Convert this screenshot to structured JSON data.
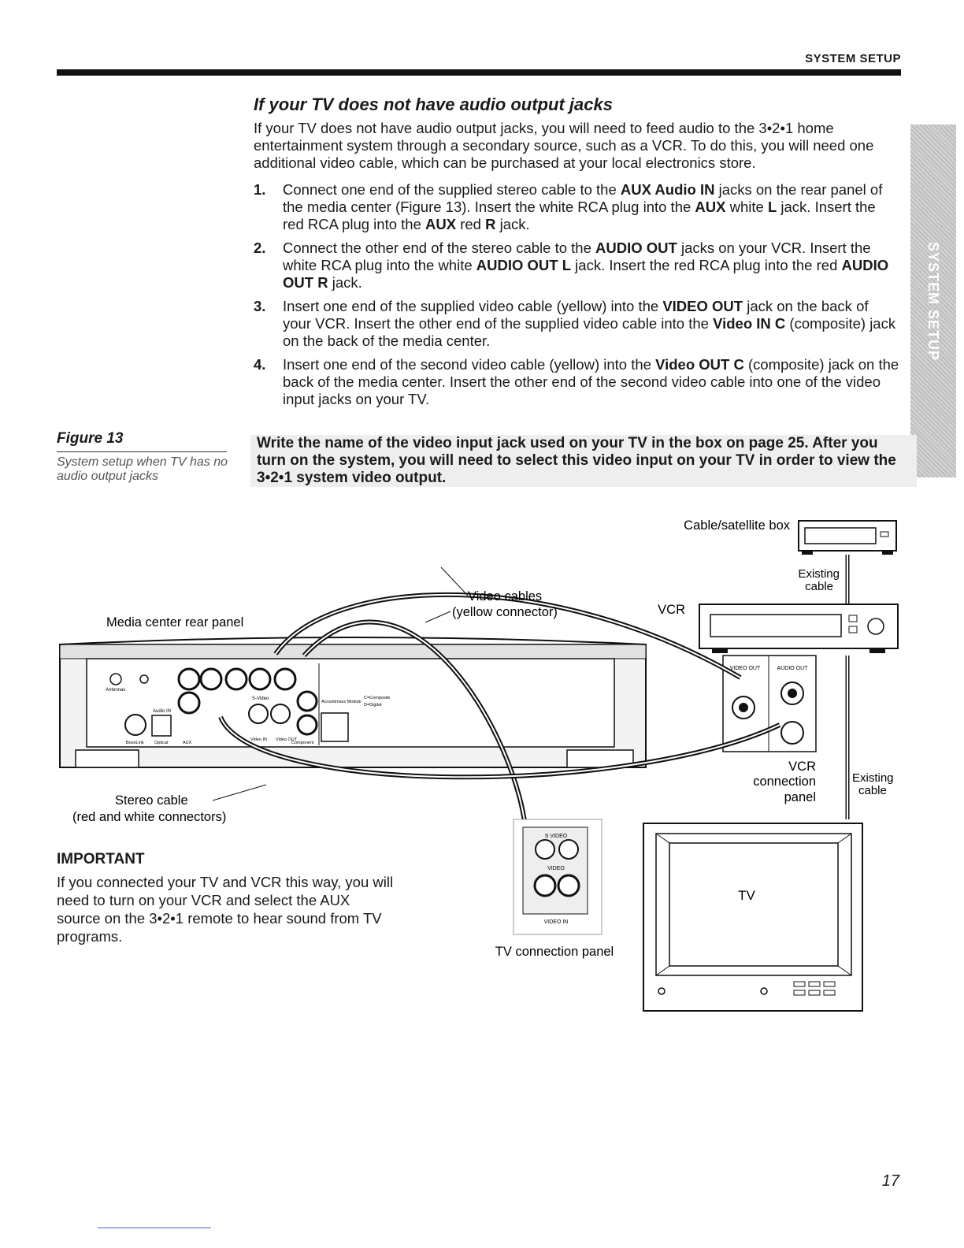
{
  "header": {
    "section_title": "SYSTEM SETUP"
  },
  "side_tab": {
    "label": "SYSTEM SETUP"
  },
  "section": {
    "heading": "If your TV does not have audio output jacks",
    "intro": "If your TV does not have audio output jacks, you will need to feed audio to the 3•2•1 home entertainment system through a secondary source, such as a VCR. To do this, you will need one additional video cable, which can be purchased at your local electronics store."
  },
  "steps": [
    {
      "num": "1.",
      "parts": [
        {
          "t": "Connect one end of the supplied stereo cable to the "
        },
        {
          "t": "AUX Audio IN",
          "b": true
        },
        {
          "t": " jacks on the rear panel of the media center (Figure 13). Insert the white RCA plug into the "
        },
        {
          "t": "AUX",
          "b": true
        },
        {
          "t": " white "
        },
        {
          "t": "L",
          "b": true
        },
        {
          "t": " jack. Insert the red RCA plug into the "
        },
        {
          "t": "AUX",
          "b": true
        },
        {
          "t": " red "
        },
        {
          "t": "R",
          "b": true
        },
        {
          "t": " jack."
        }
      ]
    },
    {
      "num": "2.",
      "parts": [
        {
          "t": "Connect the other end of the stereo cable to the "
        },
        {
          "t": "AUDIO OUT",
          "b": true
        },
        {
          "t": " jacks on your VCR. Insert the white RCA plug into the white "
        },
        {
          "t": "AUDIO OUT L",
          "b": true
        },
        {
          "t": " jack. Insert the red RCA plug into the red "
        },
        {
          "t": "AUDIO OUT R",
          "b": true
        },
        {
          "t": " jack."
        }
      ]
    },
    {
      "num": "3.",
      "parts": [
        {
          "t": "Insert one end of the supplied video cable (yellow) into the "
        },
        {
          "t": "VIDEO OUT",
          "b": true
        },
        {
          "t": " jack on the back of your VCR. Insert the other end of the supplied video cable into the "
        },
        {
          "t": "Video IN C",
          "b": true
        },
        {
          "t": " (composite) jack on the back of the media center."
        }
      ]
    },
    {
      "num": "4.",
      "parts": [
        {
          "t": "Insert one end of the second video cable (yellow) into the "
        },
        {
          "t": "Video OUT C",
          "b": true
        },
        {
          "t": " (composite) jack on the back of the media center. Insert the other end of the second video cable into one of the video input jacks on your TV."
        }
      ]
    }
  ],
  "figure": {
    "label": "Figure 13",
    "caption": "System setup when TV has no audio output jacks"
  },
  "note": "Write the name of the video input jack used on your TV in the box on page 25. After you turn on the system, you will need to select this video input on your TV in order to view the 3•2•1 system video output.",
  "diagram": {
    "cable_satellite_box": "Cable/satellite box",
    "existing_cable_top_1": "Existing",
    "existing_cable_top_2": "cable",
    "video_cables_1": "Video cables",
    "video_cables_2": "(yellow connector)",
    "vcr": "VCR",
    "media_center_rear_panel": "Media center rear panel",
    "stereo_cable_1": "Stereo cable",
    "stereo_cable_2": "(red and white connectors)",
    "vcr_connection_1": "VCR",
    "vcr_connection_2": "connection",
    "vcr_connection_3": "panel",
    "existing_cable_right_1": "Existing",
    "existing_cable_right_2": "cable",
    "tv": "TV",
    "tv_connection_panel": "TV connection panel",
    "vcr_video_out": "VIDEO OUT",
    "vcr_audio_out": "AUDIO OUT",
    "tv_svideo": "S VIDEO",
    "tv_video": "VIDEO",
    "tv_video_in": "VIDEO IN",
    "mc_antennas": "Antennas",
    "mc_audio_in": "Audio IN",
    "mc_svideo": "S-Video",
    "mc_acoustimass": "Acoustimass Module",
    "mc_composite": "C=Composite",
    "mc_digital": "D=Digital",
    "mc_bose_link": "BoseLink",
    "mc_optical": "Optical",
    "mc_aux": "AUX",
    "mc_video_in": "Video IN",
    "mc_video_out": "Video OUT",
    "mc_component": "Component"
  },
  "important": {
    "title": "IMPORTANT",
    "text": "If you connected your TV and VCR this way, you will need to turn on your VCR and select the AUX source on the 3•2•1 remote to hear sound from TV programs."
  },
  "page_number": "17"
}
